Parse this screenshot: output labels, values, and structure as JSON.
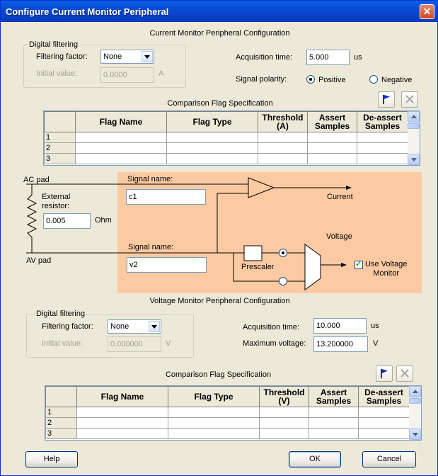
{
  "window": {
    "title": "Configure Current Monitor Peripheral",
    "close_glyph": "✕"
  },
  "current": {
    "section_title": "Current Monitor Peripheral Configuration",
    "digital_filtering": {
      "group_label": "Digital filtering",
      "filtering_factor_label": "Filtering factor:",
      "filtering_factor_value": "None",
      "initial_value_label": "Initial value:",
      "initial_value": "0.0000",
      "initial_value_unit": "A"
    },
    "acquisition_time_label": "Acquisition  time:",
    "acquisition_time_value": "5.000",
    "acquisition_time_unit": "us",
    "signal_polarity_label": "Signal polarity:",
    "polarity_positive": "Positive",
    "polarity_negative": "Negative",
    "flag_spec_title": "Comparison Flag Specification",
    "table": {
      "headers": [
        "Flag Name",
        "Flag Type",
        "Threshold\n(A)",
        "Assert\nSamples",
        "De-assert\nSamples"
      ],
      "rows": [
        "1",
        "2",
        "3"
      ]
    }
  },
  "diagram": {
    "ac_pad": "AC pad",
    "av_pad": "AV pad",
    "external_resistor": "External\nresistor:",
    "resistor_value": "0.005",
    "resistor_unit": "Ohm",
    "signal_name_label_1": "Signal name:",
    "signal_name_1": "c1",
    "signal_name_label_2": "Signal name:",
    "signal_name_2": "v2",
    "current_label": "Current",
    "voltage_label": "Voltage",
    "prescaler_label": "Prescaler",
    "use_voltage_monitor": "Use Voltage\nMonitor"
  },
  "voltage": {
    "section_title": "Voltage Monitor Peripheral Configuration",
    "digital_filtering": {
      "group_label": "Digital filtering",
      "filtering_factor_label": "Filtering factor:",
      "filtering_factor_value": "None",
      "initial_value_label": "Initial value:",
      "initial_value": "0.000000",
      "initial_value_unit": "V"
    },
    "acquisition_time_label": "Acquisition  time:",
    "acquisition_time_value": "10.000",
    "acquisition_time_unit": "us",
    "max_voltage_label": "Maximum voltage:",
    "max_voltage_value": "13.200000",
    "max_voltage_unit": "V",
    "flag_spec_title": "Comparison Flag Specification",
    "table": {
      "headers": [
        "Flag Name",
        "Flag Type",
        "Threshold\n(V)",
        "Assert\nSamples",
        "De-assert\nSamples"
      ],
      "rows": [
        "1",
        "2",
        "3"
      ]
    }
  },
  "buttons": {
    "help": "Help",
    "ok": "OK",
    "cancel": "Cancel"
  },
  "icons": {
    "add_flag": "flag-icon",
    "delete_flag": "x-icon"
  }
}
